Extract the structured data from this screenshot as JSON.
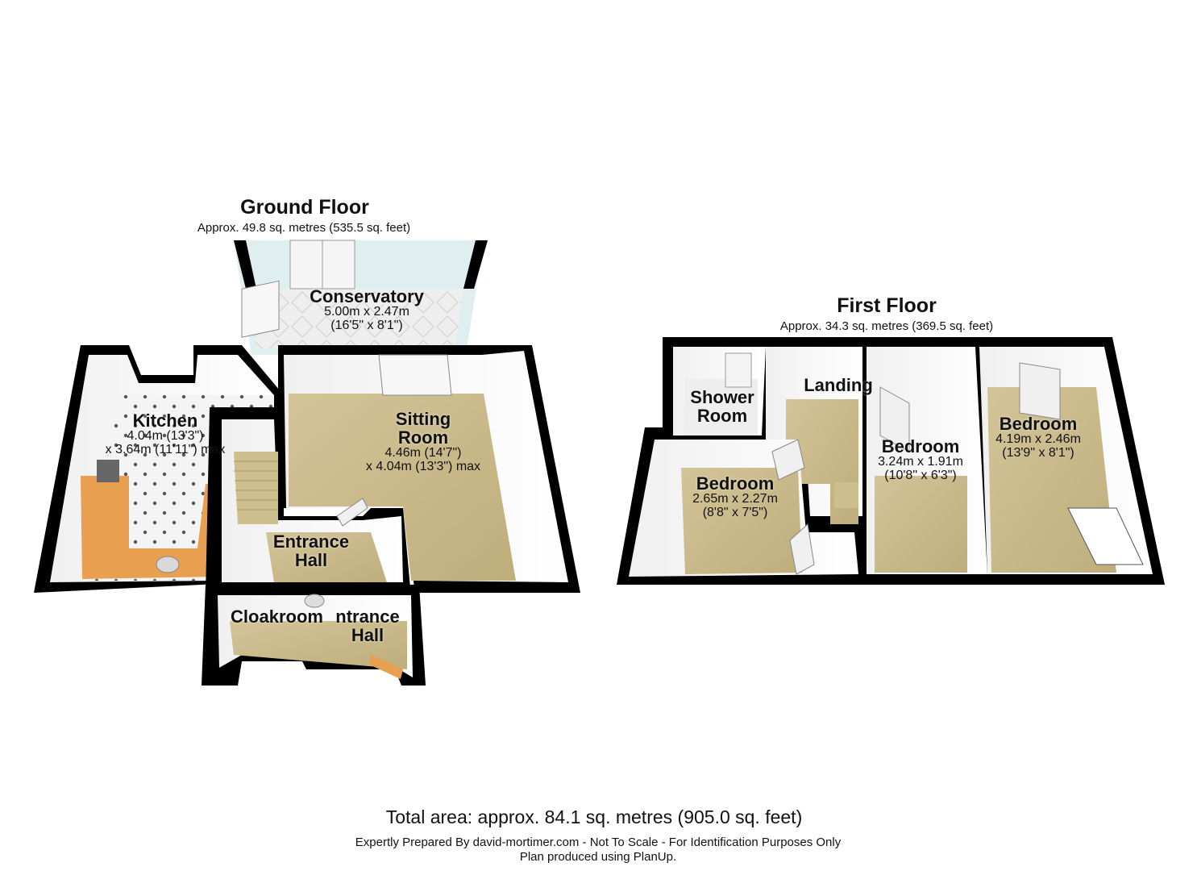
{
  "ground_floor": {
    "title": "Ground Floor",
    "area": "Approx. 49.8 sq. metres (535.5 sq. feet)",
    "rooms": {
      "conservatory": {
        "name": "Conservatory",
        "dim1": "5.00m x 2.47m",
        "dim2": "(16'5\" x 8'1\")"
      },
      "kitchen": {
        "name": "Kitchen",
        "dim1": "4.04m (13'3\")",
        "dim2": "x 3.64m (11'11\") max"
      },
      "sitting_room": {
        "name": "Sitting Room",
        "dim1": "4.46m (14'7\")",
        "dim2": "x 4.04m (13'3\") max"
      },
      "entrance_hall_1": {
        "name": "Entrance Hall"
      },
      "cloakroom": {
        "name": "Cloakroom"
      },
      "entrance_hall_2": {
        "name": "Entrance Hall",
        "visible_text": "ntrance"
      }
    }
  },
  "first_floor": {
    "title": "First Floor",
    "area": "Approx. 34.3 sq. metres (369.5 sq. feet)",
    "rooms": {
      "shower_room": {
        "name": "Shower Room"
      },
      "landing": {
        "name": "Landing"
      },
      "bedroom_small": {
        "name": "Bedroom",
        "dim1": "2.65m x 2.27m",
        "dim2": "(8'8\" x 7'5\")"
      },
      "bedroom_middle": {
        "name": "Bedroom",
        "dim1": "3.24m x 1.91m",
        "dim2": "(10'8\" x 6'3\")"
      },
      "bedroom_large": {
        "name": "Bedroom",
        "dim1": "4.19m x 2.46m",
        "dim2": "(13'9\" x 8'1\")"
      }
    }
  },
  "footer": {
    "total_area": "Total area: approx. 84.1 sq. metres (905.0 sq. feet)",
    "credit": "Expertly Prepared By david-mortimer.com - Not To Scale - For Identification Purposes Only",
    "software": "Plan produced using PlanUp."
  },
  "colors": {
    "wall": "#000000",
    "wall_face": "#ffffff",
    "carpet": "#c9b98a",
    "tile_floor": "#f2f2f2",
    "worktop": "#e8a050"
  }
}
